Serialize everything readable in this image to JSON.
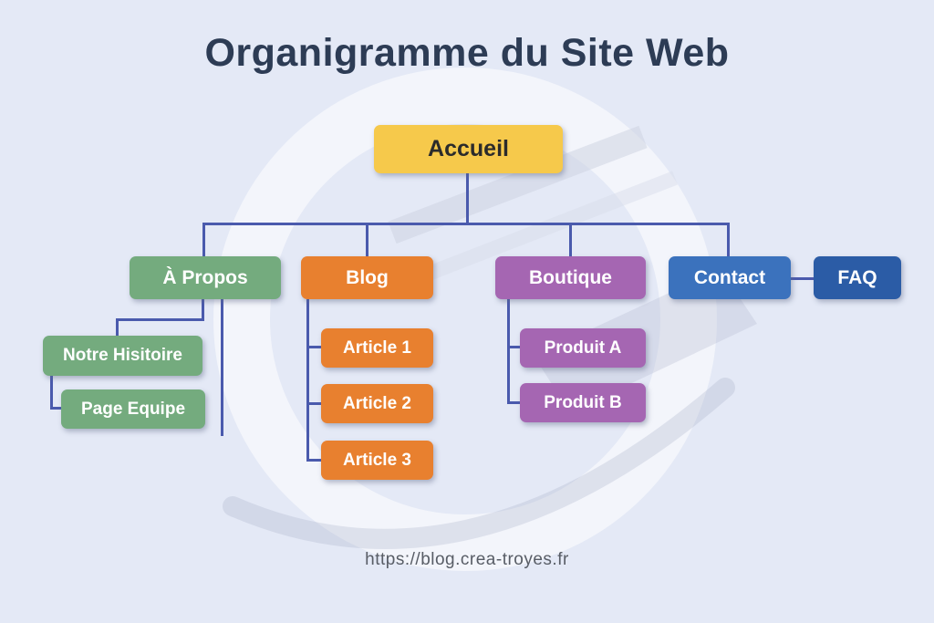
{
  "page": {
    "title": "Organigramme du Site Web",
    "footer_url": "https://blog.crea-troyes.fr"
  },
  "colors": {
    "background": "#e4e9f6",
    "title_text": "#2d3c55",
    "connector": "#4a5aad",
    "accueil_bg": "#f6c94b",
    "accueil_text": "#2b2b2b",
    "green": "#74ab7e",
    "orange": "#e8802f",
    "purple": "#a566b2",
    "blue": "#3b72bd",
    "dark_blue": "#2b5ca6",
    "node_text": "#ffffff",
    "footer_text": "#585d66"
  },
  "tree": {
    "root": {
      "label": "Accueil"
    },
    "branches": [
      {
        "label": "À Propos",
        "children": [
          {
            "label": "Notre Hisitoire"
          },
          {
            "label": "Page Equipe"
          }
        ]
      },
      {
        "label": "Blog",
        "children": [
          {
            "label": "Article 1"
          },
          {
            "label": "Article 2"
          },
          {
            "label": "Article 3"
          }
        ]
      },
      {
        "label": "Boutique",
        "children": [
          {
            "label": "Produit A"
          },
          {
            "label": "Produit B"
          }
        ]
      },
      {
        "label": "Contact",
        "children": []
      }
    ],
    "aside": {
      "label": "FAQ"
    }
  }
}
